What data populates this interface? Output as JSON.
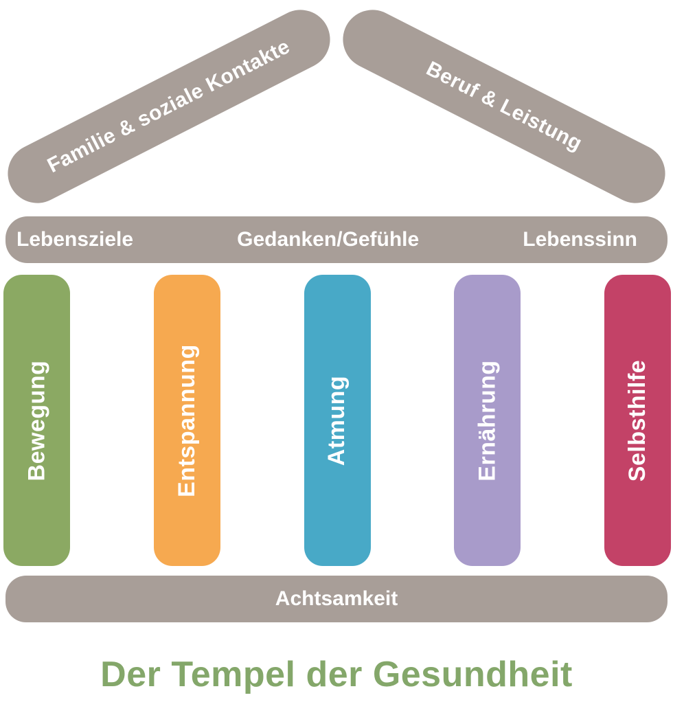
{
  "title": {
    "text": "Der Tempel der Gesundheit",
    "color": "#84A76A"
  },
  "roof": {
    "left_label": "Familie & soziale Kontakte",
    "right_label": "Beruf & Leistung",
    "color": "#A89E98"
  },
  "architrave": {
    "color": "#A89E98",
    "items": [
      "Lebensziele",
      "Gedanken/Gefühle",
      "Lebenssinn"
    ]
  },
  "columns": [
    {
      "label": "Bewegung",
      "color": "#8BA963"
    },
    {
      "label": "Entspannung",
      "color": "#F6A950"
    },
    {
      "label": "Atmung",
      "color": "#48A9C7"
    },
    {
      "label": "Ernährung",
      "color": "#A89BCA"
    },
    {
      "label": "Selbsthilfe",
      "color": "#C34267"
    }
  ],
  "base": {
    "label": "Achtsamkeit",
    "color": "#A89E98"
  },
  "label_text_color": "#FFFFFF"
}
